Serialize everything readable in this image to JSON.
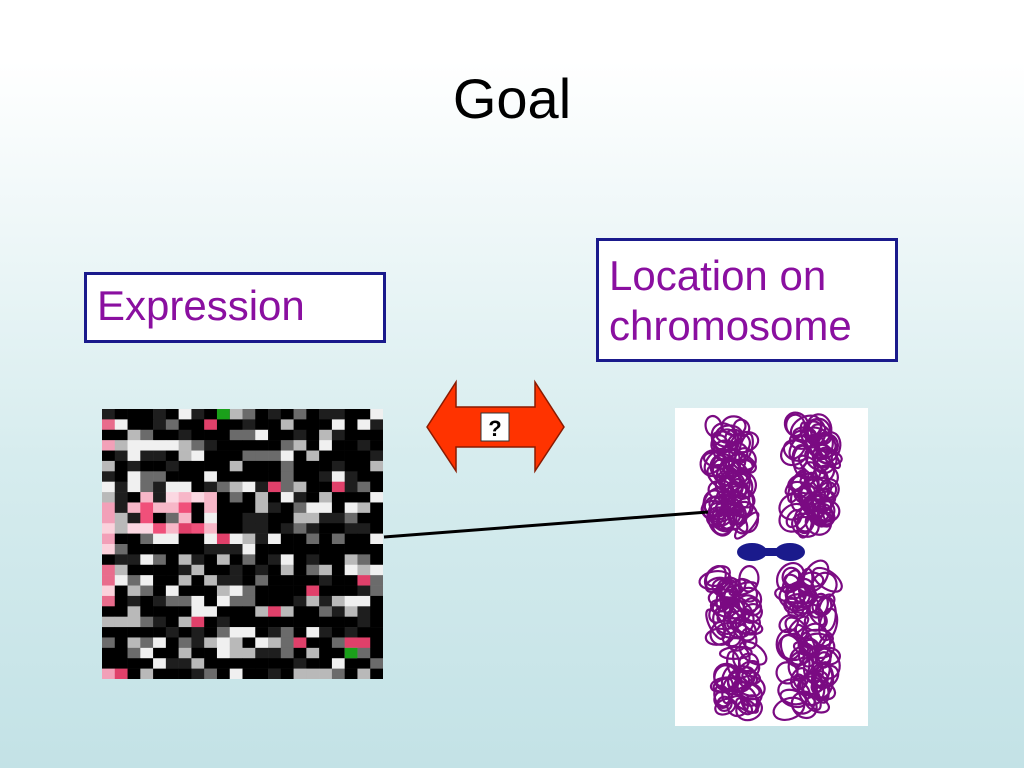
{
  "slide": {
    "title": "Goal",
    "left_label": "Expression",
    "right_label_line1": "Location on",
    "right_label_line2": "chromosome",
    "arrow_label": "?"
  },
  "colors": {
    "label_text": "#8a0fa0",
    "box_border": "#1a1a8c",
    "arrow_fill": "#ff3300",
    "chromosome": "#7a0a82",
    "centromere": "#1a1a8c"
  },
  "icons": [
    "double-arrow-icon",
    "heatmap-image",
    "chromosome-image"
  ]
}
